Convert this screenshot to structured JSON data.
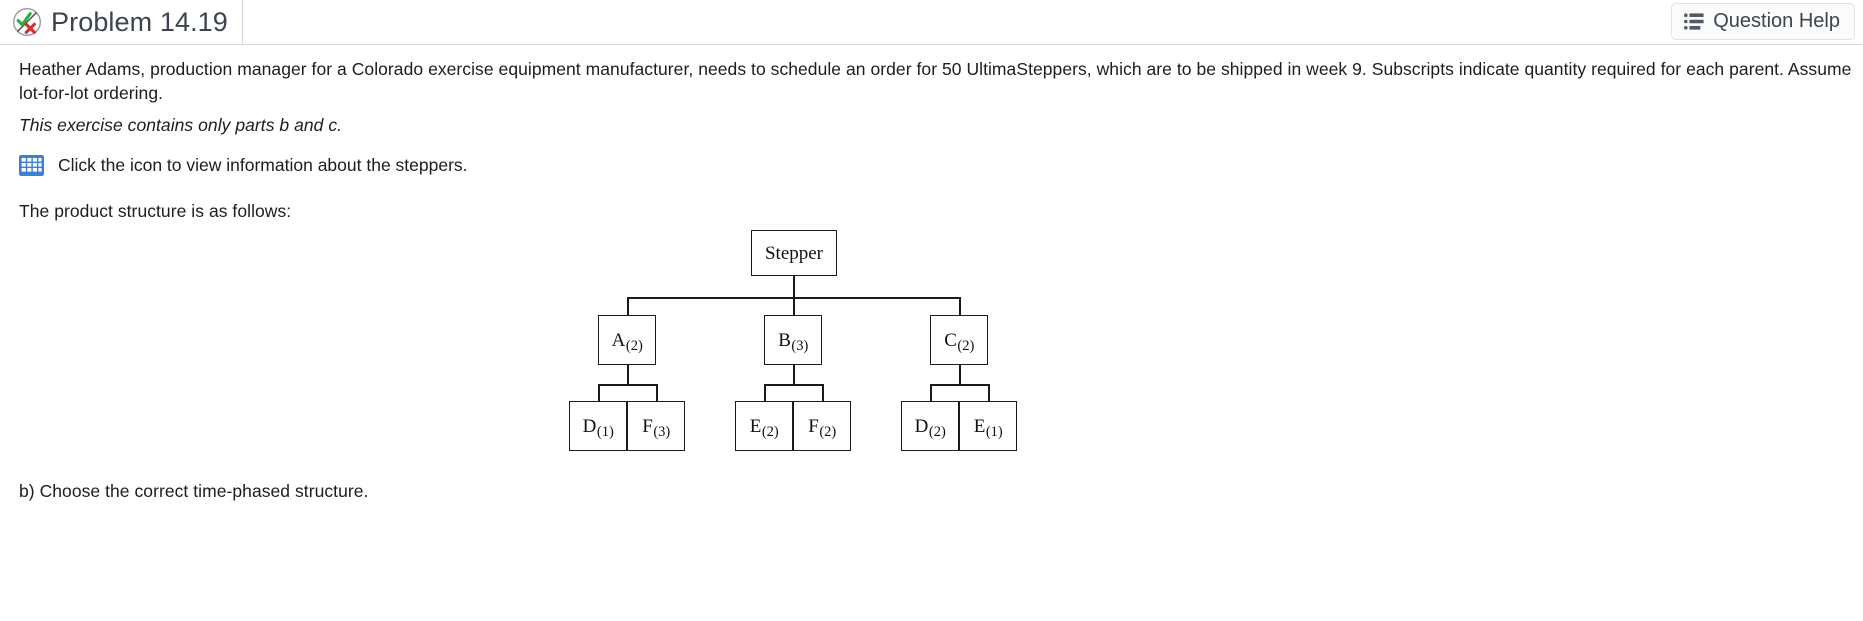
{
  "header": {
    "status_icon": "check-cross-circle-icon",
    "title": "Problem 14.19",
    "question_help": {
      "icon": "list-icon",
      "label": "Question Help"
    }
  },
  "content": {
    "main_paragraph": "Heather Adams, production manager for a Colorado exercise equipment manufacturer, needs to schedule an order for 50 UltimaSteppers, which are to be shipped in week 9. Subscripts indicate quantity required for each parent. Assume lot-for-lot ordering.",
    "italic_note": "This exercise contains only parts b and c.",
    "table_icon": "table-grid-icon",
    "table_icon_text": "Click the icon to view information about the steppers.",
    "structure_intro": "The product structure is as follows:",
    "part_b": "b) Choose the correct time-phased structure."
  },
  "product_structure": {
    "root": {
      "label": "Stepper",
      "qty": ""
    },
    "level2": [
      {
        "label": "A",
        "qty": "(2)"
      },
      {
        "label": "B",
        "qty": "(3)"
      },
      {
        "label": "C",
        "qty": "(2)"
      }
    ],
    "level3": [
      {
        "label": "D",
        "qty": "(1)",
        "parent": "A"
      },
      {
        "label": "F",
        "qty": "(3)",
        "parent": "A"
      },
      {
        "label": "E",
        "qty": "(2)",
        "parent": "B"
      },
      {
        "label": "F",
        "qty": "(2)",
        "parent": "B"
      },
      {
        "label": "D",
        "qty": "(2)",
        "parent": "C"
      },
      {
        "label": "E",
        "qty": "(1)",
        "parent": "C"
      }
    ]
  },
  "colors": {
    "accent_blue": "#3c7fd4",
    "check_green": "#2eac3f",
    "cross_red": "#d32f2f",
    "text": "#1d1d1d",
    "title": "#3d4450",
    "border": "#d9d9d9"
  }
}
